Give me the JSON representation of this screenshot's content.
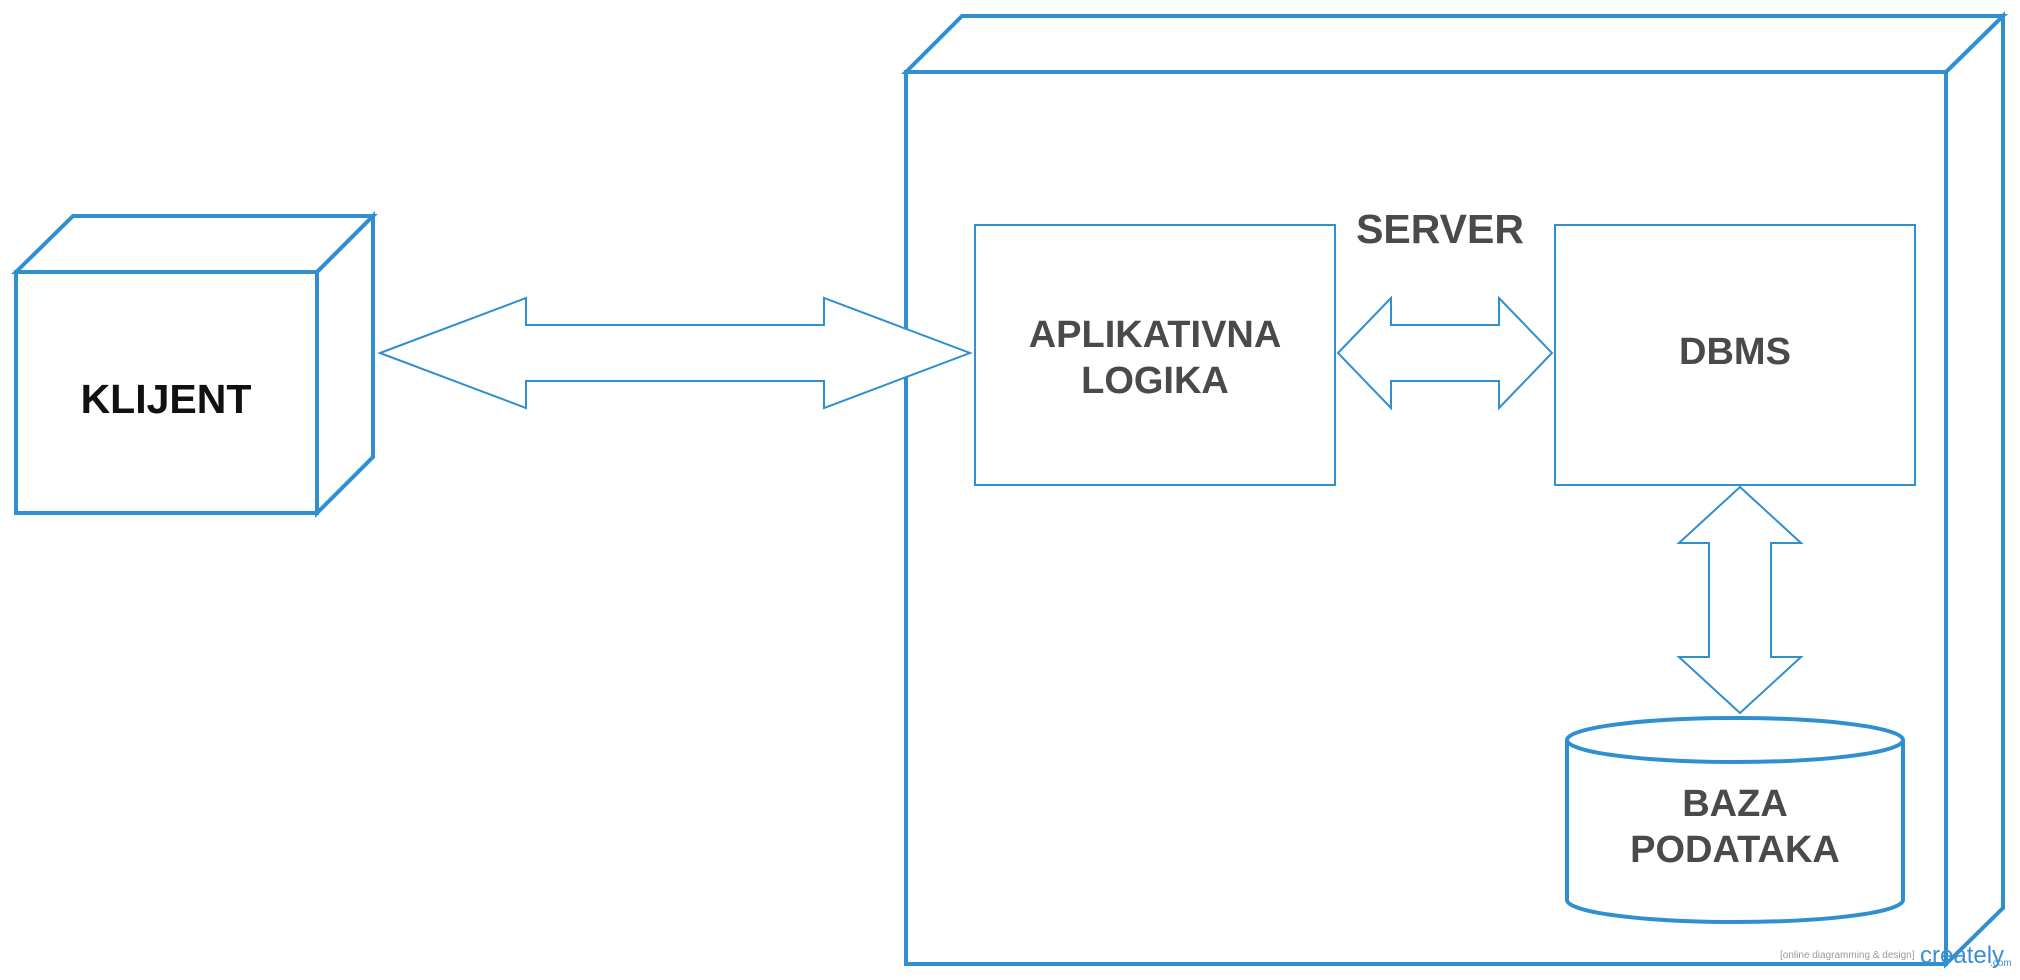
{
  "diagram": {
    "client_label": "KLIJENT",
    "server_label": "SERVER",
    "app_logic_label": "APLIKATIVNA\nLOGIKA",
    "dbms_label": "DBMS",
    "database_label": "BAZA\nPODATAKA"
  },
  "watermark": {
    "tagline": "[online diagramming & design]",
    "brand": "creately",
    "domain": ".com"
  },
  "colors": {
    "stroke": "#2f8fd0",
    "label": "#4a4a4a",
    "client_label": "#111111"
  }
}
